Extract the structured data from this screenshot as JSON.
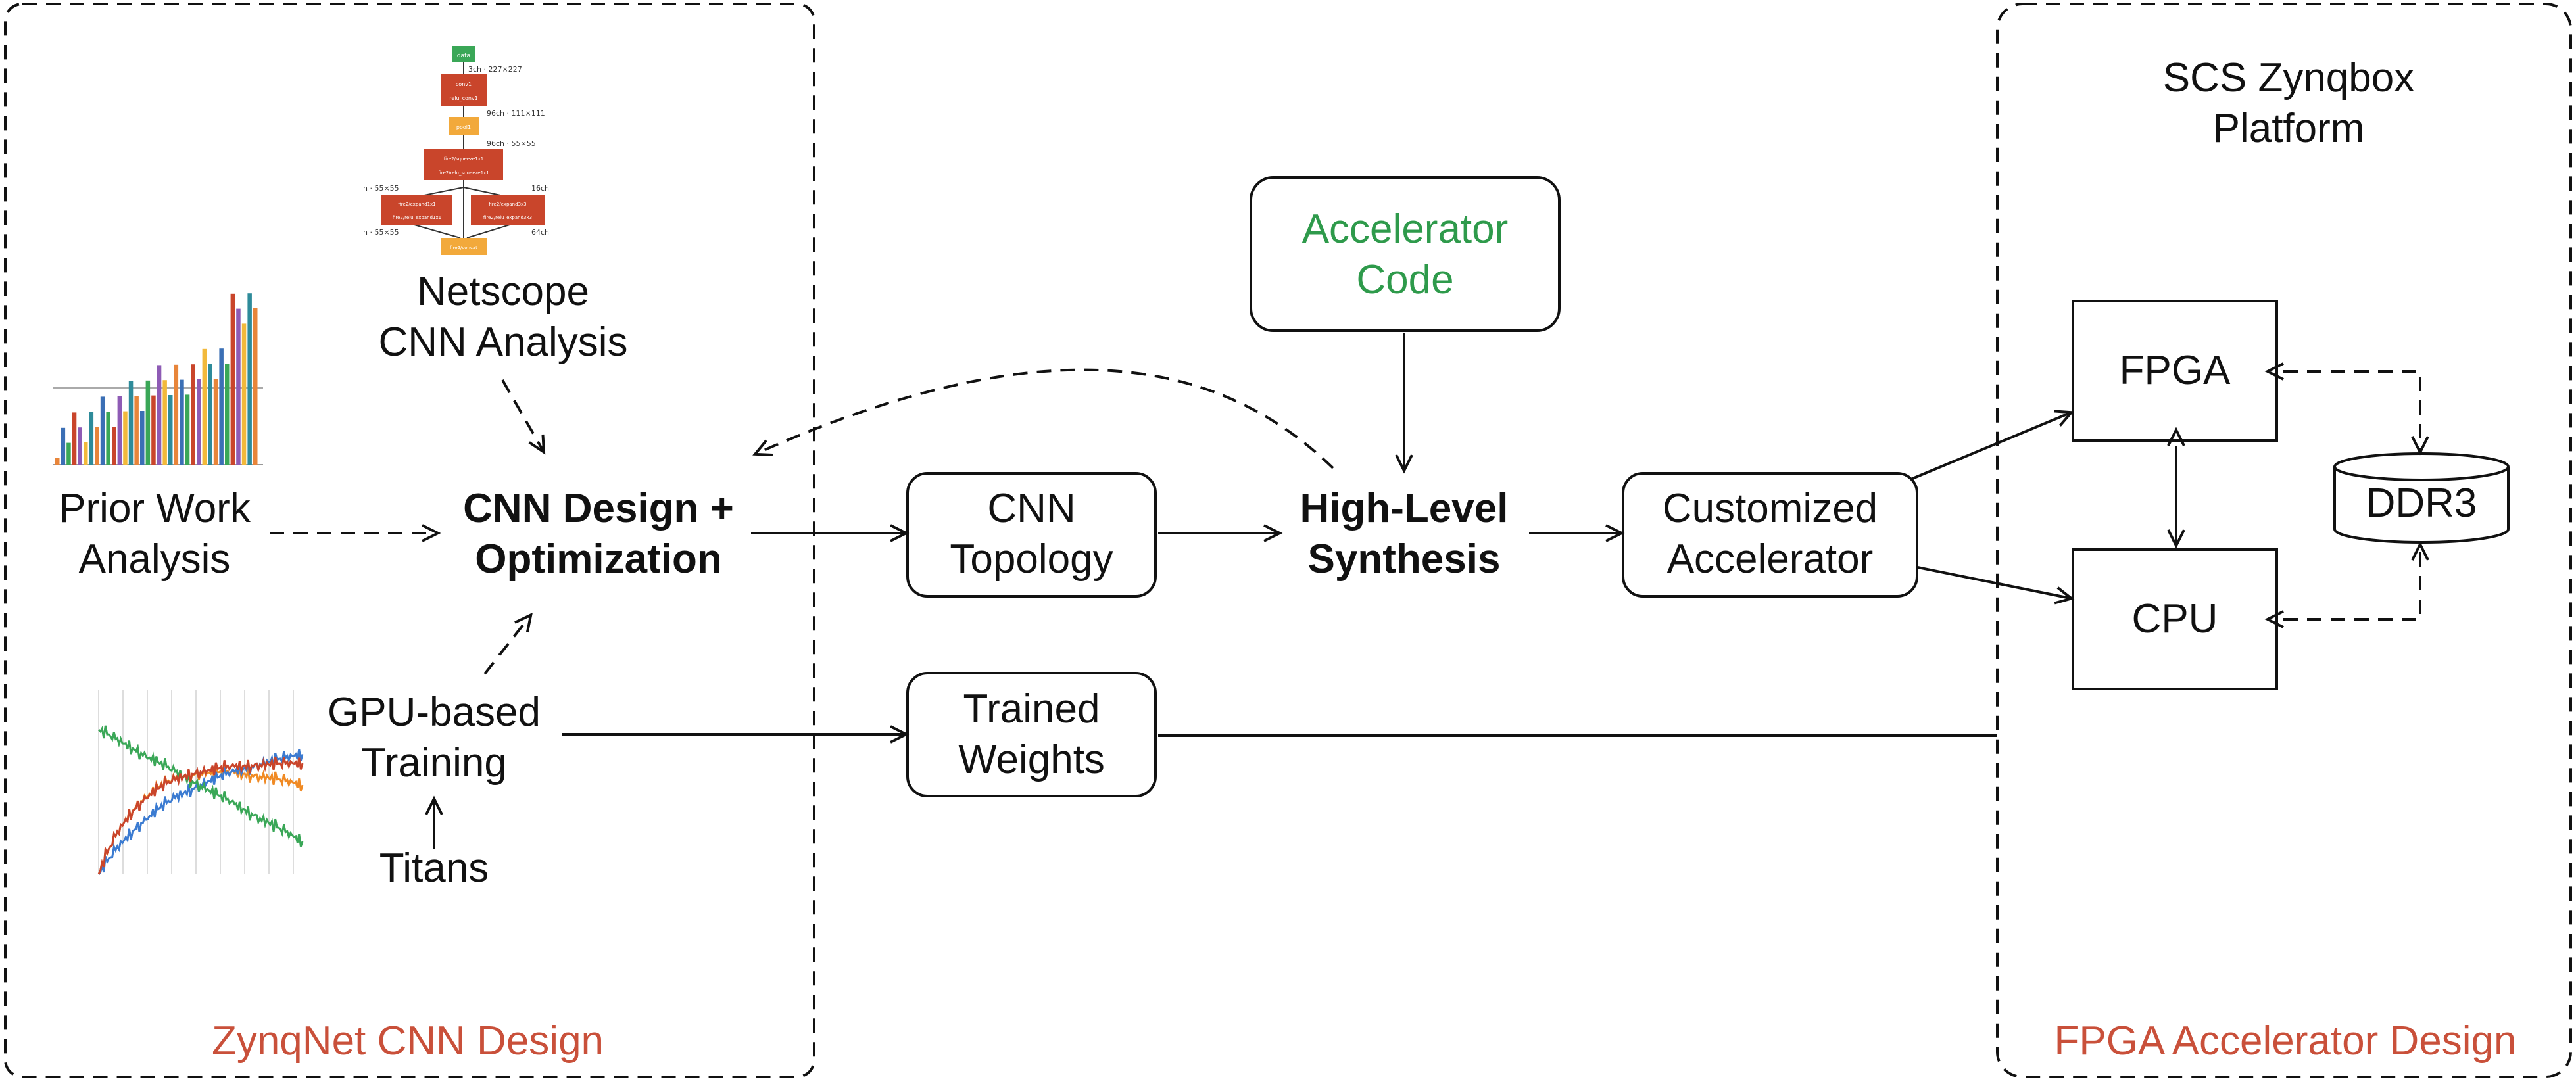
{
  "regions": {
    "left_title": "ZynqNet CNN Design",
    "right_title": "FPGA Accelerator Design"
  },
  "nodes": {
    "netscope": [
      "Netscope",
      "CNN Analysis"
    ],
    "prior_work": [
      "Prior Work",
      "Analysis"
    ],
    "cnn_design": [
      "CNN Design +",
      "Optimization"
    ],
    "gpu_training": [
      "GPU-based",
      "Training"
    ],
    "titans": "Titans",
    "cnn_topology": [
      "CNN",
      "Topology"
    ],
    "trained_weights": [
      "Trained",
      "Weights"
    ],
    "accelerator_code": [
      "Accelerator",
      "Code"
    ],
    "hls": [
      "High-Level",
      "Synthesis"
    ],
    "customized_accelerator": [
      "Customized",
      "Accelerator"
    ],
    "platform": [
      "SCS Zynqbox",
      "Platform"
    ],
    "fpga": "FPGA",
    "cpu": "CPU",
    "ddr3": "DDR3"
  },
  "netscope_graph": {
    "nodes": [
      "data",
      "conv1",
      "relu_conv1",
      "pool1",
      "fire2/squeeze1x1",
      "fire2/relu_squeeze1x1",
      "fire2/expand1x1",
      "fire2/relu_expand1x1",
      "fire2/expand3x3",
      "fire2/relu_expand3x3",
      "fire2/concat"
    ],
    "annotations": [
      "3ch · 227×227",
      "96ch · 111×111",
      "96ch · 55×55",
      "16ch",
      "h · 55×55",
      "h · 55×55",
      "64ch"
    ]
  },
  "colors": {
    "accent_green": "#2e9a4b",
    "accent_red": "#c9503a",
    "netscope_green": "#3aa757",
    "netscope_red": "#c9452b",
    "netscope_orange": "#f2a93b"
  }
}
